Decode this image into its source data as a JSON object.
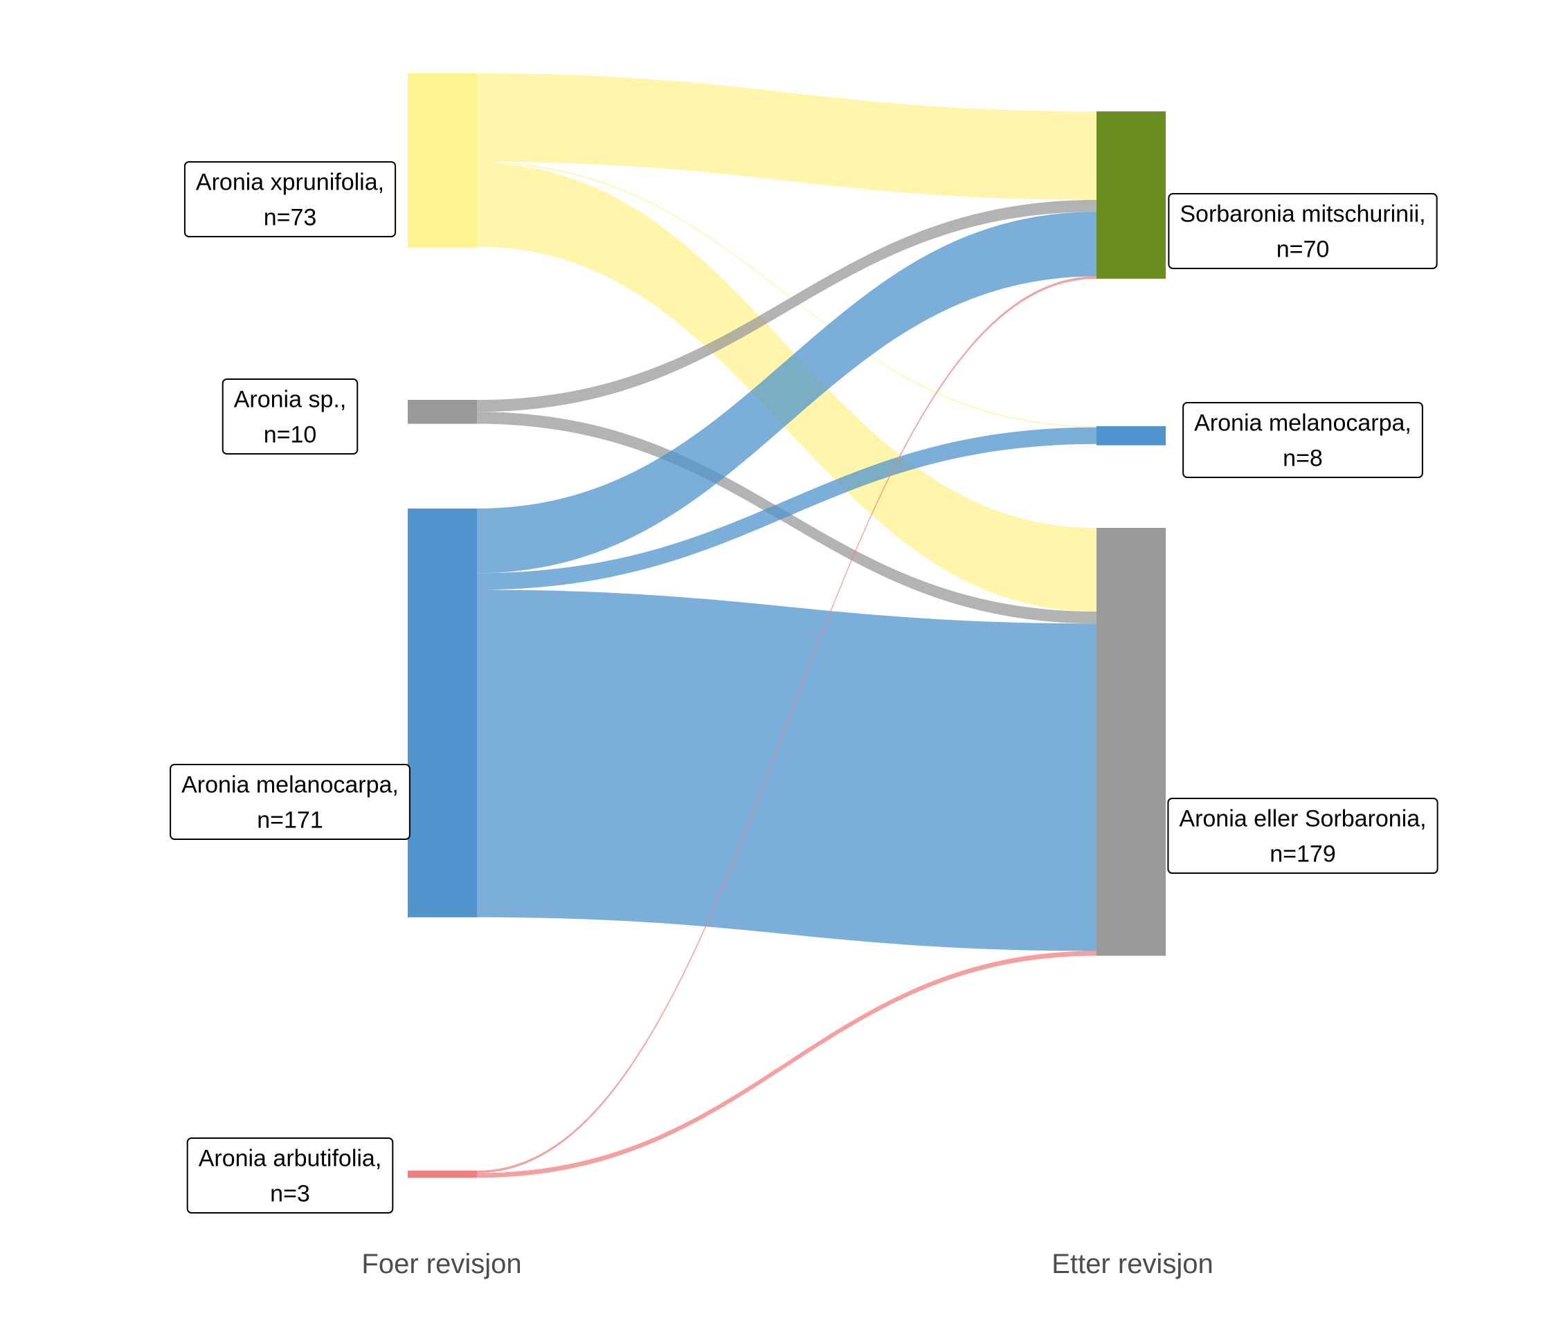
{
  "chart_data": {
    "type": "sankey",
    "axes": [
      "Foer revisjon",
      "Etter revisjon"
    ],
    "left_nodes": [
      {
        "id": "xpr",
        "name": "Aronia xprunifolia",
        "count_label": "n=73",
        "value": 73,
        "color": "#FFF38F"
      },
      {
        "id": "sp",
        "name": "Aronia sp.",
        "count_label": "n=10",
        "value": 10,
        "color": "#999999"
      },
      {
        "id": "mel",
        "name": "Aronia melanocarpa",
        "count_label": "n=171",
        "value": 171,
        "color": "#4F94CD"
      },
      {
        "id": "arb",
        "name": "Aronia arbutifolia",
        "count_label": "n=3",
        "value": 3,
        "color": "#F08080"
      }
    ],
    "right_nodes": [
      {
        "id": "smit",
        "name": "Sorbaronia mitschurinii",
        "count_label": "n=70",
        "value": 70,
        "color": "#6B8E23"
      },
      {
        "id": "amel",
        "name": "Aronia melanocarpa",
        "count_label": "n=8",
        "value": 8,
        "color": "#4F94CD"
      },
      {
        "id": "aes",
        "name": "Aronia eller Sorbaronia",
        "count_label": "n=179",
        "value": 179,
        "color": "#999999"
      }
    ],
    "flows": [
      {
        "from": "xpr",
        "to": "smit",
        "value": 37
      },
      {
        "from": "xpr",
        "to": "amel",
        "value": 0.4
      },
      {
        "from": "xpr",
        "to": "aes",
        "value": 35
      },
      {
        "from": "sp",
        "to": "smit",
        "value": 5
      },
      {
        "from": "sp",
        "to": "aes",
        "value": 5
      },
      {
        "from": "mel",
        "to": "smit",
        "value": 27
      },
      {
        "from": "mel",
        "to": "amel",
        "value": 7
      },
      {
        "from": "mel",
        "to": "aes",
        "value": 137
      },
      {
        "from": "arb",
        "to": "smit",
        "value": 1
      },
      {
        "from": "arb",
        "to": "aes",
        "value": 2
      }
    ]
  }
}
